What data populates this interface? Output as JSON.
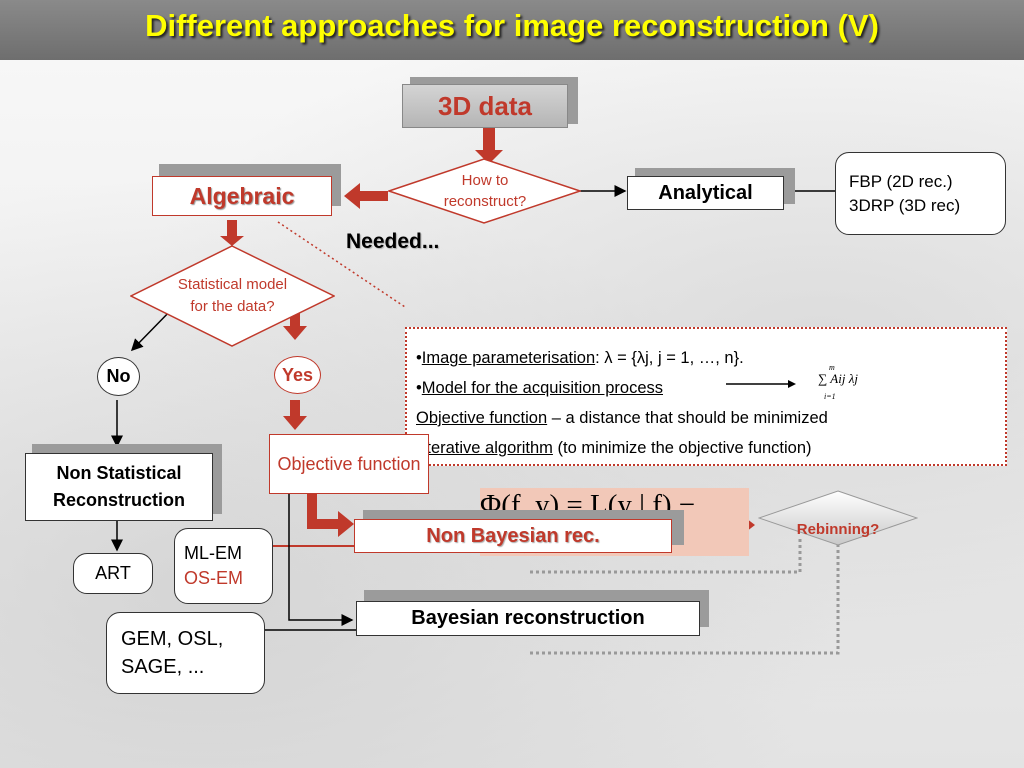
{
  "slide": {
    "title": "Different approaches for image reconstruction (V)"
  },
  "colors": {
    "title": "#ffff00",
    "accent_red": "#c0392b",
    "formula_bg": "#f2c8b8"
  },
  "nodes": {
    "data_3d": "3D data",
    "how_to": "How to reconstruct?",
    "algebraic": "Algebraic",
    "analytical": "Analytical",
    "fbp_line1": "FBP (2D rec.)",
    "fbp_line2": "3DRP (3D rec)",
    "needed": "Needed...",
    "statistical": "Statistical model for the data?",
    "no": "No",
    "yes": "Yes",
    "non_statistical": "Non Statistical Reconstruction",
    "objective_function": "Objective function",
    "non_bayesian": "Non Bayesian rec.",
    "rebinning": "Rebinning?",
    "art": "ART",
    "mlem": "ML-EM",
    "osem": "OS-EM",
    "bayesian": "Bayesian reconstruction",
    "gem_line1": "GEM, OSL,",
    "gem_line2": "SAGE, ..."
  },
  "needed_list": {
    "item1_link": "Image parameterisation",
    "item1_rest": ": λ = {λj, j = 1, …, n}.",
    "item2_link": "Model for the acquisition process",
    "sum_formula": "∑ Aij λj",
    "sum_upper": "m",
    "sum_lower": "i=1",
    "item3_link": "Objective function",
    "item3_rest": " – a distance that should be minimized",
    "item4_link": "Iterative algorithm",
    "item4_rest": " (to minimize the objective function)"
  },
  "formula": {
    "text": "Φ(f, y) = L(y | f) − βU(f)"
  }
}
